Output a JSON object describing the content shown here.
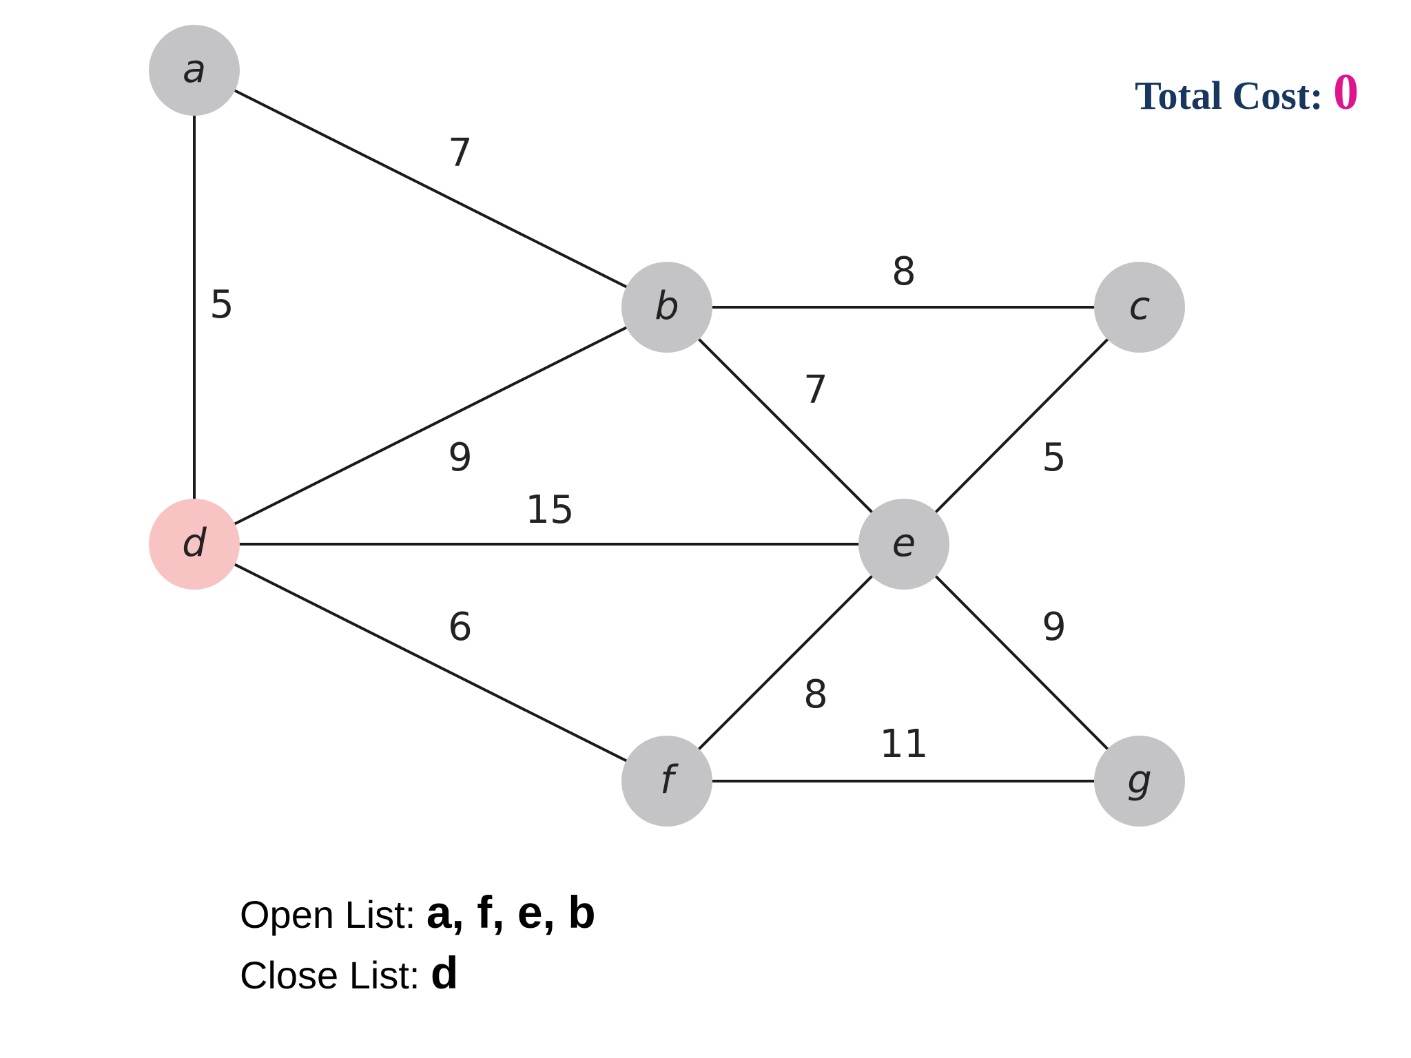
{
  "total_cost": {
    "label": "Total Cost:",
    "value": "0"
  },
  "open_list": {
    "label": "Open List:",
    "value": "a, f, e, b"
  },
  "close_list": {
    "label": "Close List:",
    "value": "d"
  },
  "colors": {
    "node_default": "#c4c4c6",
    "node_highlight": "#f7c3c3",
    "total_cost_label": "#17375e",
    "total_cost_value": "#e0148c"
  },
  "graph": {
    "nodes": [
      {
        "id": "a",
        "label": "a",
        "highlight": false
      },
      {
        "id": "b",
        "label": "b",
        "highlight": false
      },
      {
        "id": "c",
        "label": "c",
        "highlight": false
      },
      {
        "id": "d",
        "label": "d",
        "highlight": true
      },
      {
        "id": "e",
        "label": "e",
        "highlight": false
      },
      {
        "id": "f",
        "label": "f",
        "highlight": false
      },
      {
        "id": "g",
        "label": "g",
        "highlight": false
      }
    ],
    "edges": [
      {
        "from": "a",
        "to": "b",
        "weight": "7"
      },
      {
        "from": "a",
        "to": "d",
        "weight": "5"
      },
      {
        "from": "b",
        "to": "c",
        "weight": "8"
      },
      {
        "from": "b",
        "to": "e",
        "weight": "7"
      },
      {
        "from": "b",
        "to": "d",
        "weight": "9"
      },
      {
        "from": "c",
        "to": "e",
        "weight": "5"
      },
      {
        "from": "d",
        "to": "e",
        "weight": "15"
      },
      {
        "from": "d",
        "to": "f",
        "weight": "6"
      },
      {
        "from": "e",
        "to": "f",
        "weight": "8"
      },
      {
        "from": "e",
        "to": "g",
        "weight": "9"
      },
      {
        "from": "f",
        "to": "g",
        "weight": "11"
      }
    ]
  }
}
